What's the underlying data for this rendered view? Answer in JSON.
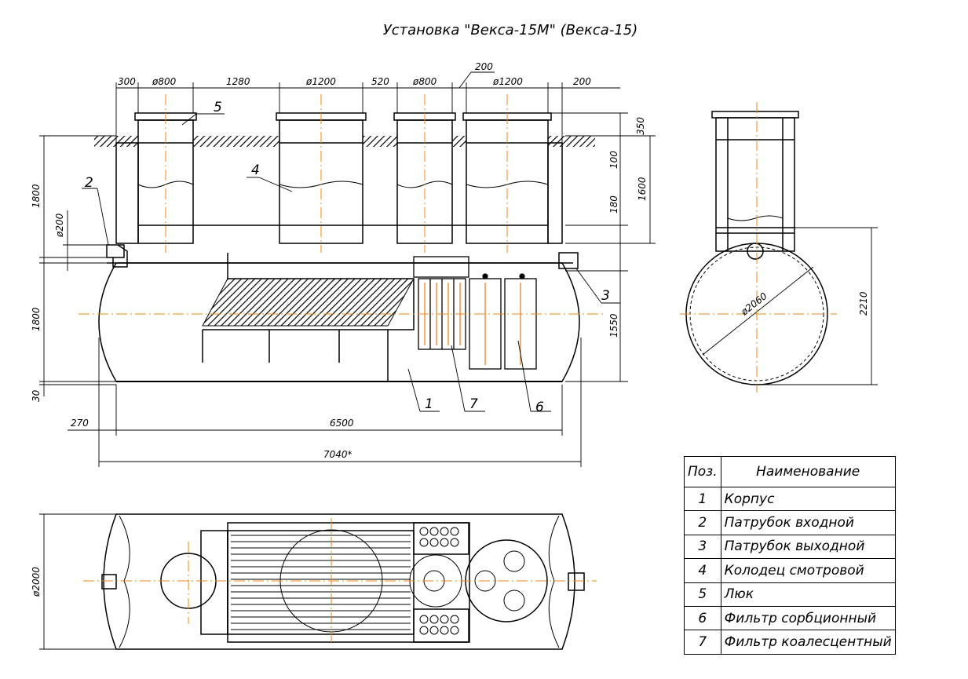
{
  "title": "Установка \"Векса-15М\" (Векса-15)",
  "dimensions": {
    "top": [
      "300",
      "ø800",
      "1280",
      "ø1200",
      "520",
      "ø800",
      "200",
      "ø1200",
      "200"
    ],
    "right": [
      "350",
      "100",
      "1600",
      "180",
      "1550"
    ],
    "left": [
      "1800",
      "ø200",
      "1800",
      "30"
    ],
    "bottom": [
      "270",
      "6500",
      "7040*"
    ],
    "side_view": [
      "ø2060",
      "2210"
    ],
    "plan_view": [
      "ø2000"
    ]
  },
  "callouts": [
    "1",
    "2",
    "3",
    "4",
    "5",
    "6",
    "7"
  ],
  "table": {
    "headers": [
      "Поз.",
      "Наименование"
    ],
    "rows": [
      {
        "pos": "1",
        "name": "Корпус"
      },
      {
        "pos": "2",
        "name": "Патрубок входной"
      },
      {
        "pos": "3",
        "name": "Патрубок выходной"
      },
      {
        "pos": "4",
        "name": "Колодец смотровой"
      },
      {
        "pos": "5",
        "name": "Люк"
      },
      {
        "pos": "6",
        "name": "Фильтр сорбционный"
      },
      {
        "pos": "7",
        "name": "Фильтр коалесцентный"
      }
    ]
  },
  "colors": {
    "line": "#000000",
    "axis": "#e8891a",
    "accent": "#2a3cff"
  }
}
